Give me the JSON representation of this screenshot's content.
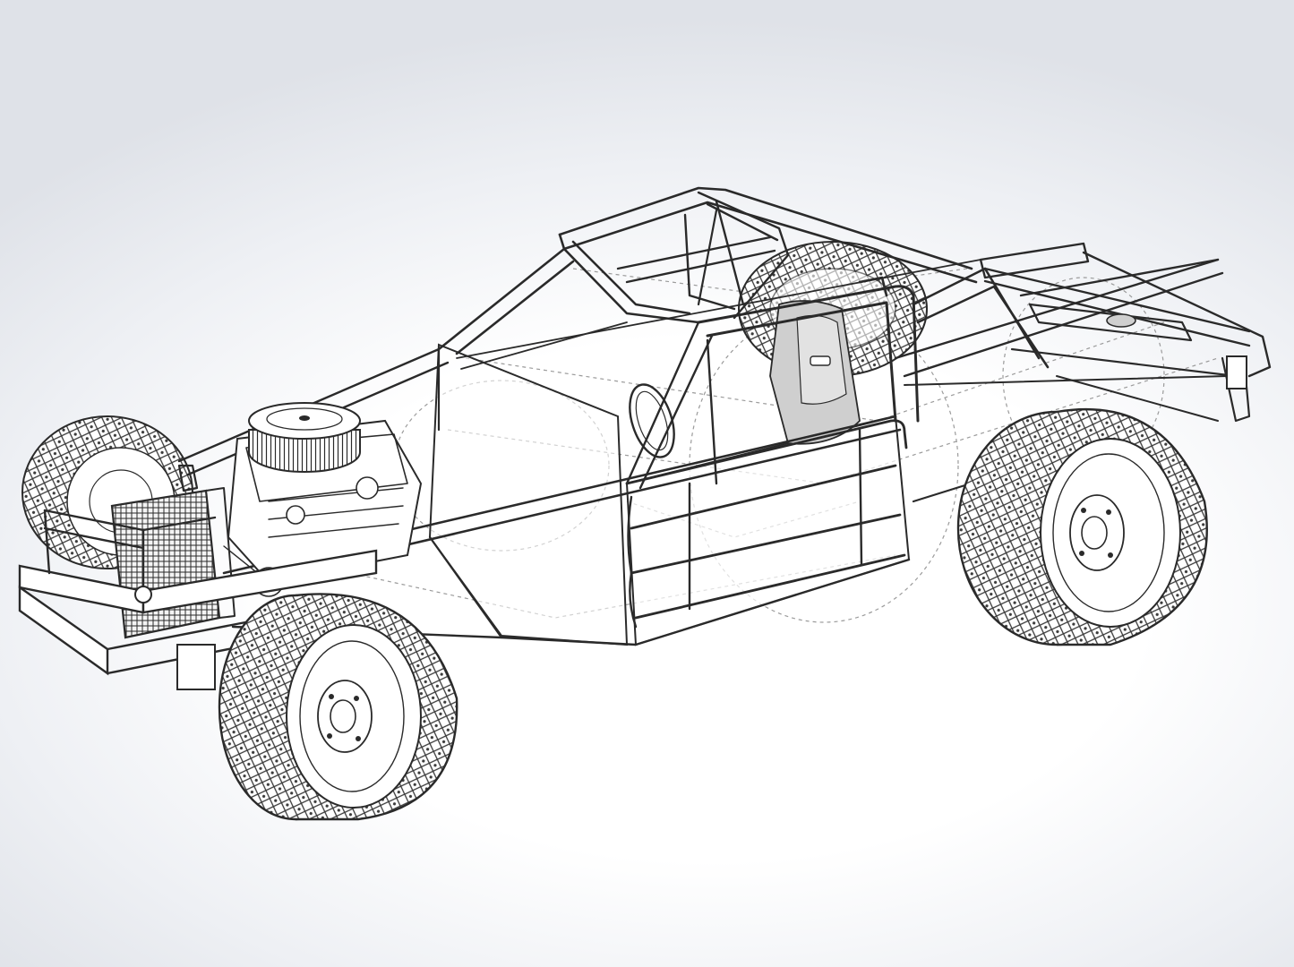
{
  "scene": {
    "subject": "modified-race-car-chassis",
    "render_style": "wireframe",
    "colors": {
      "line": "#2a2a2a",
      "hidden_line": "#9b9b9b",
      "tube_fill": "#ffffff",
      "tire_tread": "#3a3a3a",
      "seat_shade": "#cfcfcf",
      "background_center": "#ffffff",
      "background_edge": "#dfe2e8"
    },
    "components": [
      "front-bumper",
      "radiator",
      "engine-block",
      "air-cleaner",
      "roll-cage",
      "driver-seat",
      "steering-wheel",
      "side-rails",
      "rear-deck-frame",
      "fuel-cell",
      "front-left-wheel",
      "front-right-wheel",
      "rear-left-wheel",
      "rear-right-wheel"
    ]
  }
}
